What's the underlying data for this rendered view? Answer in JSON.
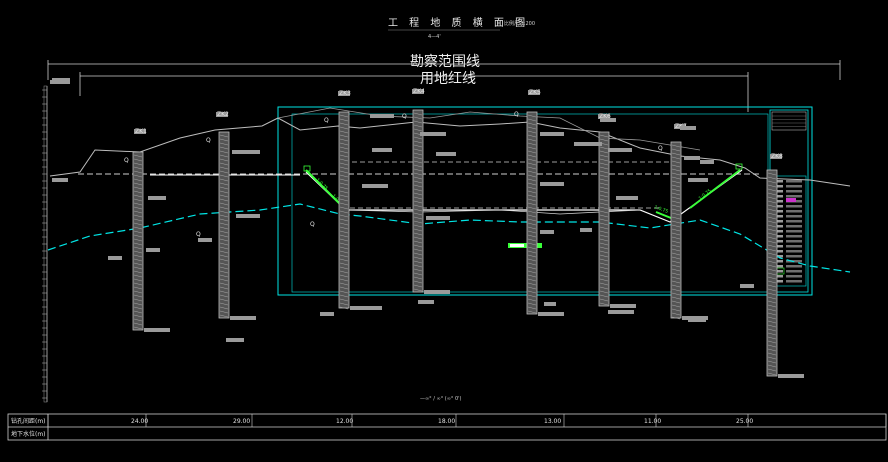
{
  "drawing": {
    "title": "工 程 地 质 横 面 图",
    "scale": "比例尺 1:200",
    "section": "4—4'",
    "survey_line_label": "勘察范围线",
    "redline_label": "用地红线",
    "bottom_annotation": "—∞° / ∞° (∞° 0')"
  },
  "table": {
    "rows": [
      {
        "label": "钻孔间距(m)",
        "values": [
          "24.00",
          "29.00",
          "12.00",
          "18.00",
          "13.00",
          "11.00",
          "25.00"
        ]
      },
      {
        "label": "地下水位(m)",
        "values": []
      }
    ]
  },
  "boreholes": [
    {
      "label": "ZK1"
    },
    {
      "label": "ZK2"
    },
    {
      "label": "ZK3"
    },
    {
      "label": "ZK4"
    },
    {
      "label": "ZK5"
    },
    {
      "label": "ZK6"
    },
    {
      "label": "ZK7"
    },
    {
      "label": "ZK8"
    }
  ],
  "strata_labels": [
    "Q",
    "Q",
    "Q",
    "Q",
    "Q",
    "Q",
    "Q",
    "Q"
  ],
  "slope_labels": [
    "1:0.75",
    "1:0.75",
    "1:0.75",
    "1:0.75"
  ],
  "colors": {
    "background": "#000000",
    "cyan": "#00e5e5",
    "green": "#39ff39",
    "ground": "#bdbdbd",
    "text": "#e8e8e8"
  }
}
